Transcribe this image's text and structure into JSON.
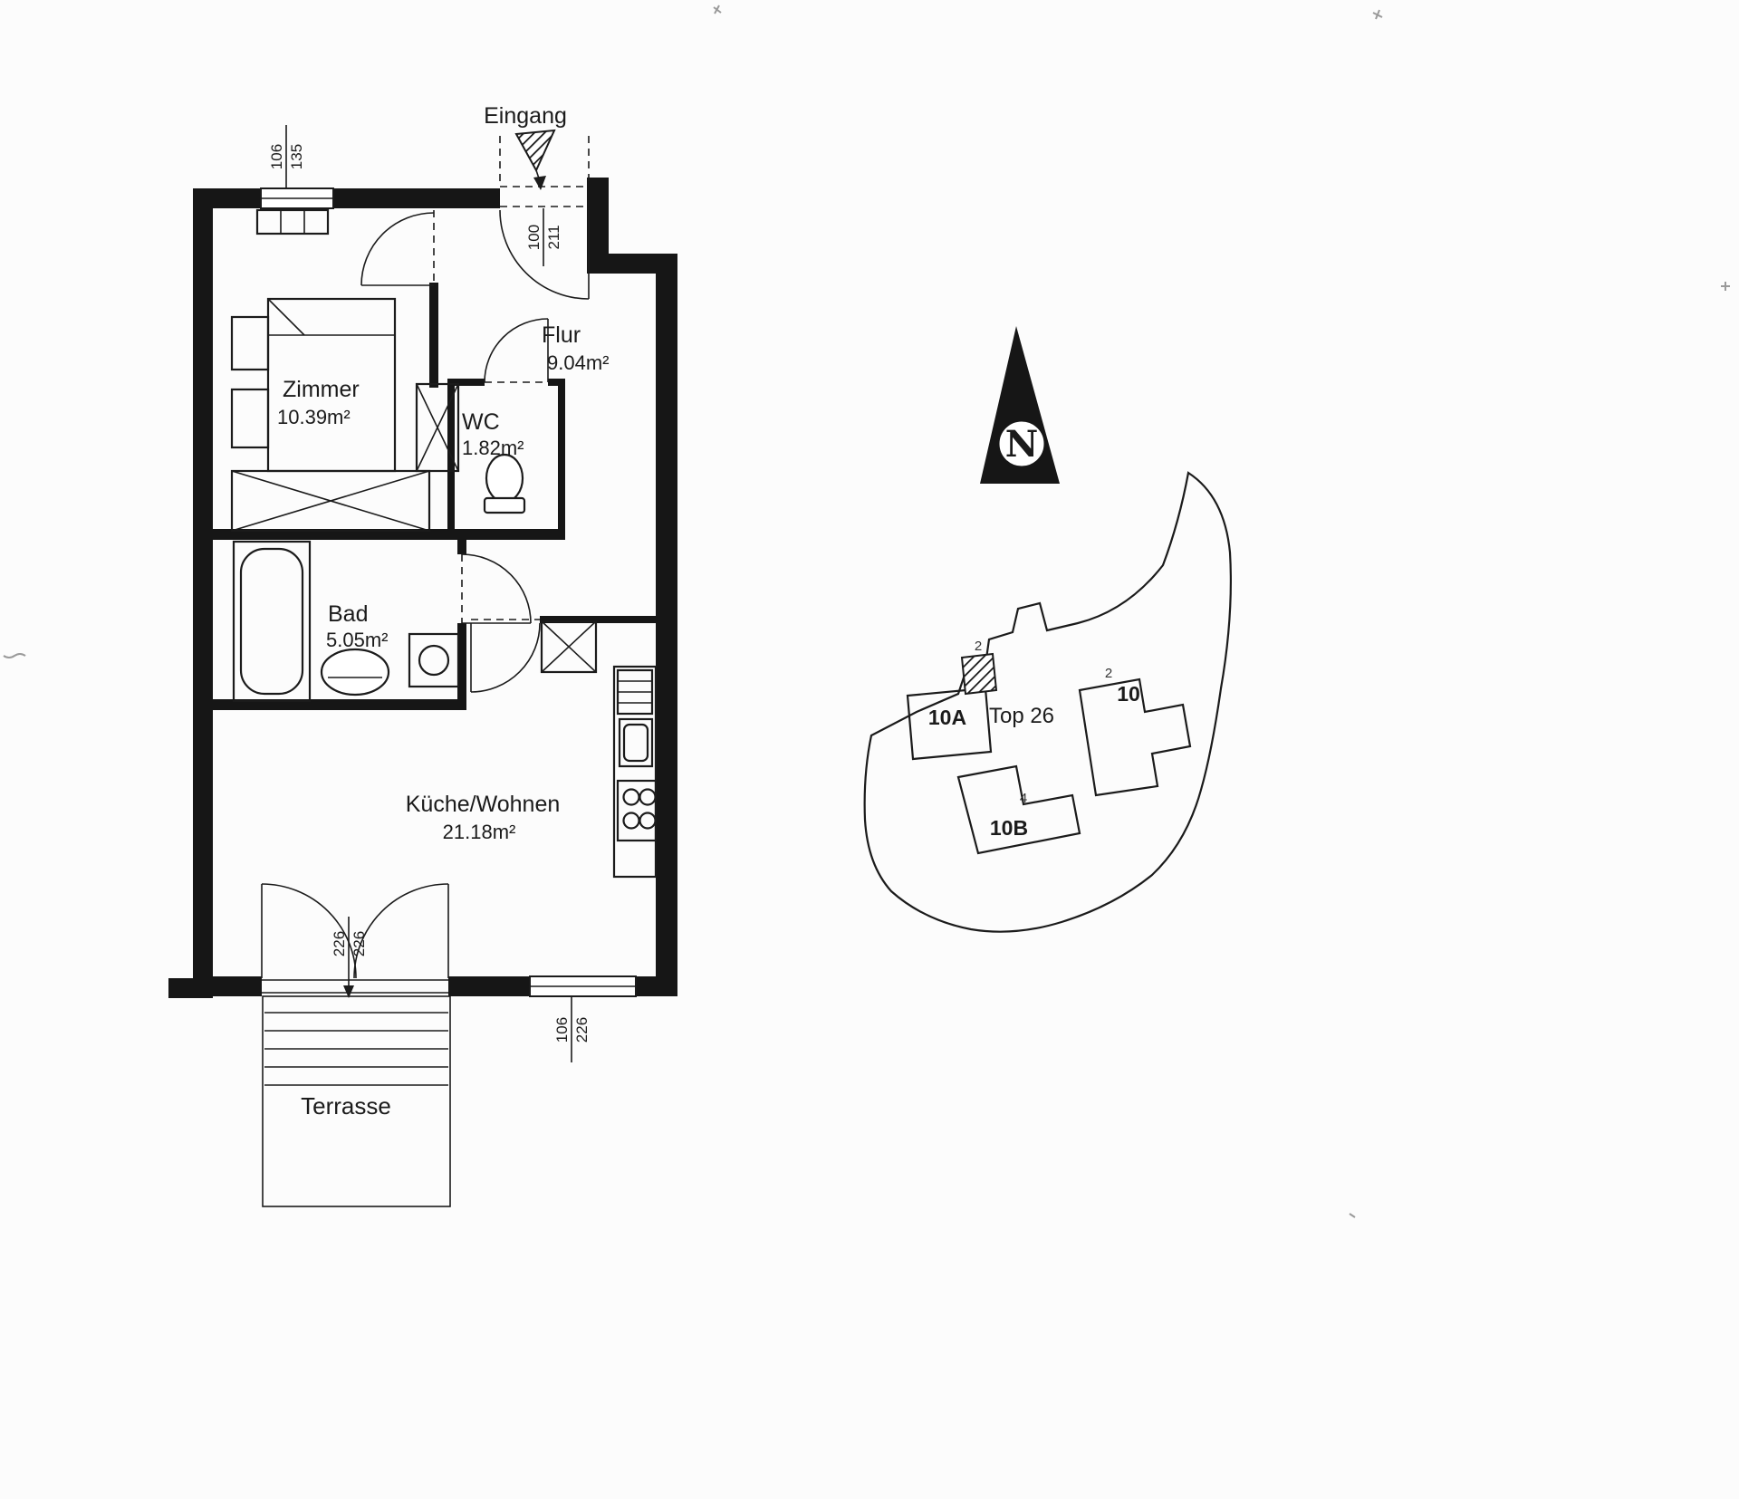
{
  "palette": {
    "ink": "#1b1b1b",
    "paper": "#fcfcfc"
  },
  "floorplan": {
    "entrance": {
      "label": "Eingang"
    },
    "rooms": {
      "zimmer": {
        "name": "Zimmer",
        "area": "10.39m²"
      },
      "flur": {
        "name": "Flur",
        "area": "9.04m²"
      },
      "wc": {
        "name": "WC",
        "area": "1.82m²"
      },
      "bad": {
        "name": "Bad",
        "area": "5.05m²"
      },
      "kueche": {
        "name": "Küche/Wohnen",
        "area": "21.18m²"
      },
      "terrasse": {
        "name": "Terrasse"
      }
    },
    "dimensions": {
      "window_top": {
        "a": "106",
        "b": "135"
      },
      "entrance_door": {
        "a": "100",
        "b": "211"
      },
      "terrace_door": {
        "a": "226",
        "b": "226"
      },
      "window_bottom": {
        "a": "106",
        "b": "226"
      }
    }
  },
  "north": {
    "label": "N"
  },
  "site_plan": {
    "unit_label": "Top 26",
    "buildings": {
      "a": "10A",
      "b": "10B",
      "c": "10"
    },
    "marks": {
      "m1": "2",
      "m2": "2",
      "m3": "4"
    }
  }
}
